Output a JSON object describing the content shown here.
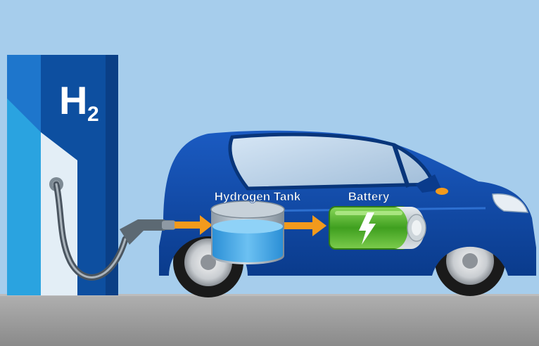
{
  "station": {
    "symbol": "H",
    "subscript": "2"
  },
  "labels": {
    "tank": "Hydrogen Tank",
    "battery": "Battery"
  },
  "colors": {
    "sky": "#a6cdec",
    "ground": "#9a9a9a",
    "station_dark": "#0d4fa0",
    "station_light": "#2aa3e0",
    "car_body": "#0e47a6",
    "hydrogen_fluid": "#3fa6e6",
    "battery_green": "#57b92f",
    "arrow": "#f39a1c"
  },
  "icons": {
    "battery_symbol": "lightning-bolt-icon"
  }
}
